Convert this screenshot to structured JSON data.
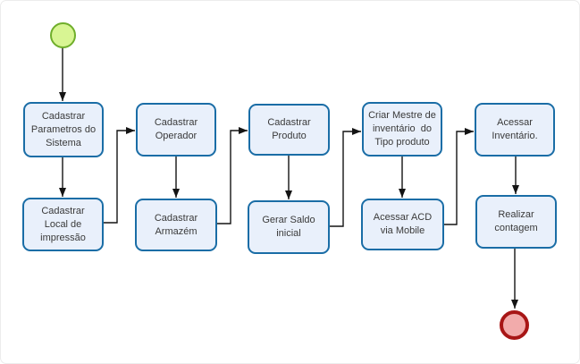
{
  "diagram": {
    "type": "flowchart",
    "nodes": [
      {
        "id": "start",
        "kind": "start-event",
        "label": ""
      },
      {
        "id": "task-1",
        "kind": "task",
        "label": "Cadastrar\nParametros do\nSistema"
      },
      {
        "id": "task-2",
        "kind": "task",
        "label": "Cadastrar\nLocal de\nimpressão"
      },
      {
        "id": "task-3",
        "kind": "task",
        "label": "Cadastrar\nOperador"
      },
      {
        "id": "task-4",
        "kind": "task",
        "label": "Cadastrar\nArmazém"
      },
      {
        "id": "task-5",
        "kind": "task",
        "label": "Cadastrar\nProduto"
      },
      {
        "id": "task-6",
        "kind": "task",
        "label": "Gerar Saldo\ninicial"
      },
      {
        "id": "task-7",
        "kind": "task",
        "label": "Criar Mestre de\ninventário  do\nTipo produto"
      },
      {
        "id": "task-8",
        "kind": "task",
        "label": "Acessar ACD\nvia Mobile"
      },
      {
        "id": "task-9",
        "kind": "task",
        "label": "Acessar\nInventário."
      },
      {
        "id": "task-10",
        "kind": "task",
        "label": "Realizar\ncontagem"
      },
      {
        "id": "end",
        "kind": "end-event",
        "label": ""
      }
    ],
    "edges": [
      {
        "from": "start",
        "to": "task-1"
      },
      {
        "from": "task-1",
        "to": "task-2"
      },
      {
        "from": "task-2",
        "to": "task-3"
      },
      {
        "from": "task-3",
        "to": "task-4"
      },
      {
        "from": "task-4",
        "to": "task-5"
      },
      {
        "from": "task-5",
        "to": "task-6"
      },
      {
        "from": "task-6",
        "to": "task-7"
      },
      {
        "from": "task-7",
        "to": "task-8"
      },
      {
        "from": "task-8",
        "to": "task-9"
      },
      {
        "from": "task-9",
        "to": "task-10"
      },
      {
        "from": "task-10",
        "to": "end"
      }
    ],
    "colors": {
      "task_fill": "#e9f0fb",
      "task_border": "#1a6da6",
      "start_fill": "#d8f593",
      "start_border": "#6fae2b",
      "end_fill": "#f2abab",
      "end_border": "#a81616",
      "connector": "#141414",
      "text": "#3a3a3a"
    }
  }
}
